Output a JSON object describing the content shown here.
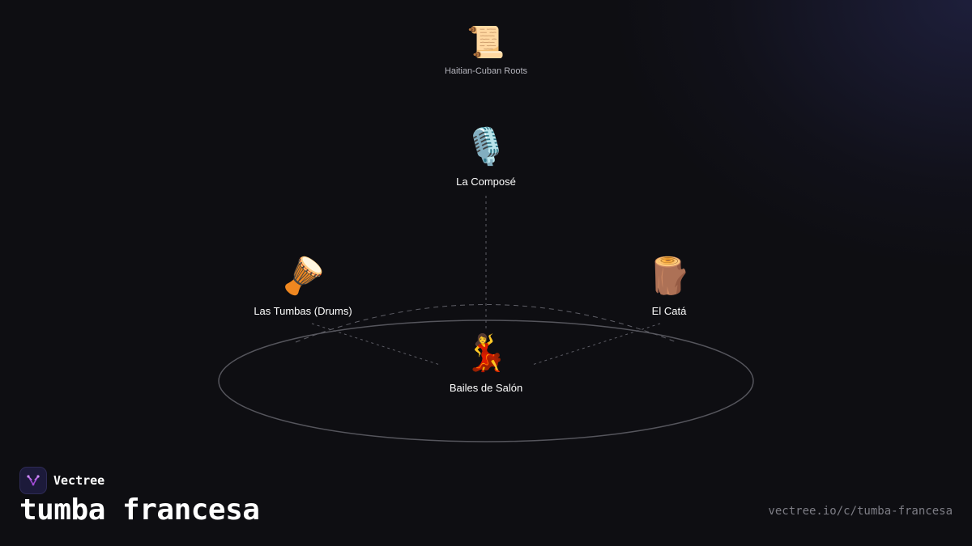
{
  "diagram": {
    "nodes": [
      {
        "id": "roots",
        "emoji": "📜",
        "label": "Haitian-Cuban Roots"
      },
      {
        "id": "compose",
        "emoji": "🎙️",
        "label": "La Composé"
      },
      {
        "id": "tumbas",
        "emoji": "🪘",
        "label": "Las Tumbas (Drums)"
      },
      {
        "id": "cata",
        "emoji": "🪵",
        "label": "El Catá"
      },
      {
        "id": "bailes",
        "emoji": "💃",
        "label": "Bailes de Salón"
      }
    ]
  },
  "brand": {
    "name": "Vectree"
  },
  "topic": {
    "title": "tumba francesa"
  },
  "url": "vectree.io/c/tumba-francesa",
  "colors": {
    "background": "#0e0e12",
    "line": "#6a6a72",
    "brand_accent": "#a24bd6"
  }
}
